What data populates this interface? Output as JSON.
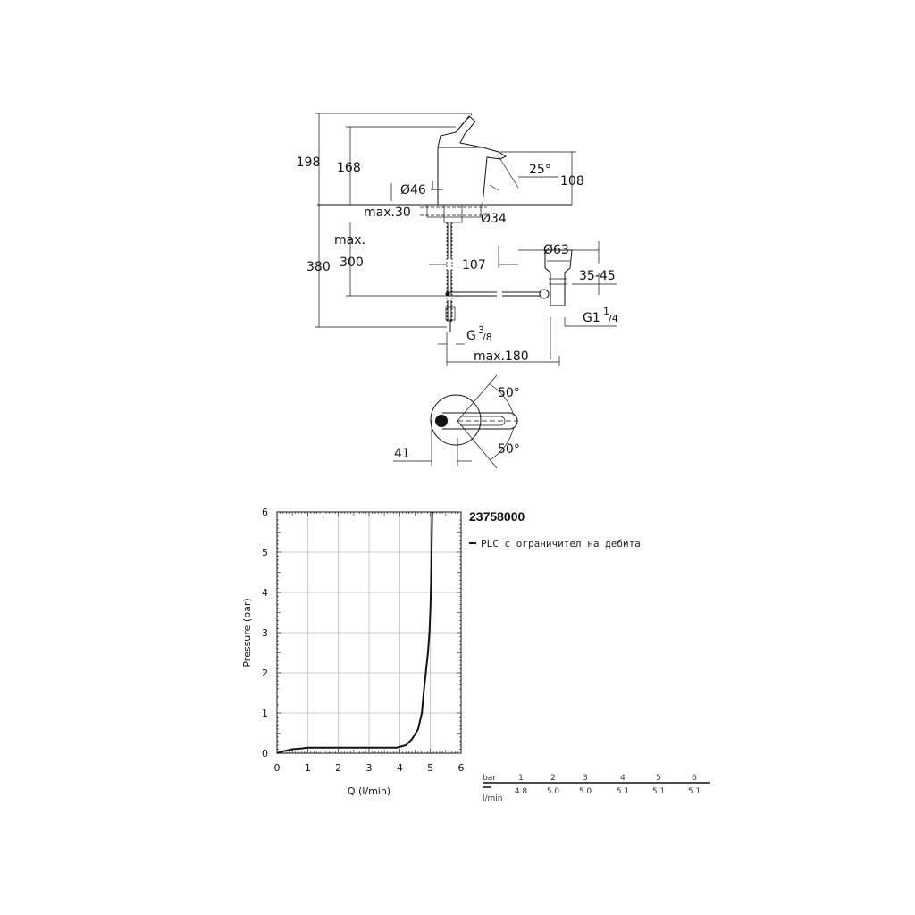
{
  "dimensions": {
    "d198": "198",
    "d168": "168",
    "d25deg": "25°",
    "d108": "108",
    "d46": "Ø46",
    "dmax30": "max.30",
    "d34": "Ø34",
    "dmax": "max.",
    "d300": "300",
    "d380": "380",
    "d107": "107",
    "d63": "Ø63",
    "d3545": "35-45",
    "dG1": "G1",
    "dG1frac_num": "1",
    "dG1frac_den": "/4",
    "dG38": "G",
    "dG38_num": "3",
    "dG38_den": "/8",
    "dmax180": "max.180",
    "d50top": "50°",
    "d50bot": "50°",
    "d41": "41"
  },
  "product": {
    "code": "23758000",
    "legend": "PLC с ограничител на дебита"
  },
  "chart_data": {
    "type": "line",
    "xlabel": "Q (l/min)",
    "ylabel": "Pressure (bar)",
    "xlim": [
      0,
      6
    ],
    "ylim": [
      0,
      6
    ],
    "xticks": [
      "0",
      "1",
      "2",
      "3",
      "4",
      "5",
      "6"
    ],
    "yticks": [
      "0",
      "1",
      "2",
      "3",
      "4",
      "5",
      "6"
    ],
    "grid": true,
    "series": [
      {
        "name": "PLC с ограничител на дебита",
        "x": [
          0,
          0.2,
          0.5,
          0.8,
          1.0,
          2.0,
          3.0,
          3.9,
          4.2,
          4.4,
          4.6,
          4.72,
          4.78,
          4.85,
          4.92,
          4.97,
          5.0,
          5.02,
          5.04,
          5.05,
          5.06
        ],
        "y": [
          0,
          0.05,
          0.1,
          0.12,
          0.14,
          0.14,
          0.14,
          0.14,
          0.2,
          0.35,
          0.6,
          1.0,
          1.5,
          2.0,
          2.5,
          3.0,
          3.6,
          4.2,
          5.0,
          5.6,
          6.0
        ]
      }
    ]
  },
  "flow_table": {
    "row1_label": "bar",
    "row2_label": "l/min",
    "bar": [
      "1",
      "2",
      "3",
      "4",
      "5",
      "6"
    ],
    "lmin": [
      "4.8",
      "5.0",
      "5.0",
      "5.1",
      "5.1",
      "5.1"
    ]
  }
}
